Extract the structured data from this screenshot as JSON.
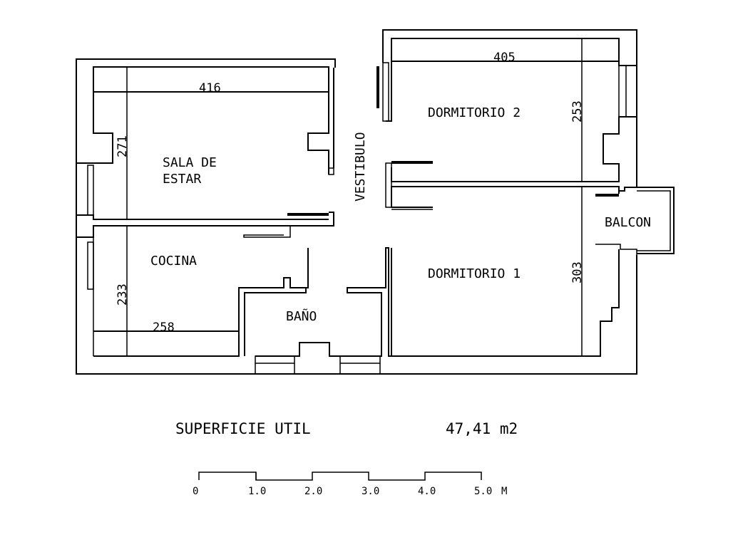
{
  "plan": {
    "rooms": {
      "sala_line1": "SALA DE",
      "sala_line2": "ESTAR",
      "cocina": "COCINA",
      "bano": "BAÑO",
      "vestibulo": "VESTIBULO",
      "dormitorio2": "DORMITORIO 2",
      "dormitorio1": "DORMITORIO 1",
      "balcon": "BALCON"
    },
    "dimensions": {
      "sala_width": "416",
      "sala_depth": "271",
      "cocina_depth": "233",
      "cocina_width": "258",
      "dorm2_width": "405",
      "dorm2_depth": "253",
      "dorm1_depth": "303"
    }
  },
  "summary": {
    "label": "SUPERFICIE UTIL",
    "value": "47,41 m2"
  },
  "scale_bar": {
    "ticks": [
      "0",
      "1.0",
      "2.0",
      "3.0",
      "4.0",
      "5.0"
    ],
    "unit": "M"
  }
}
